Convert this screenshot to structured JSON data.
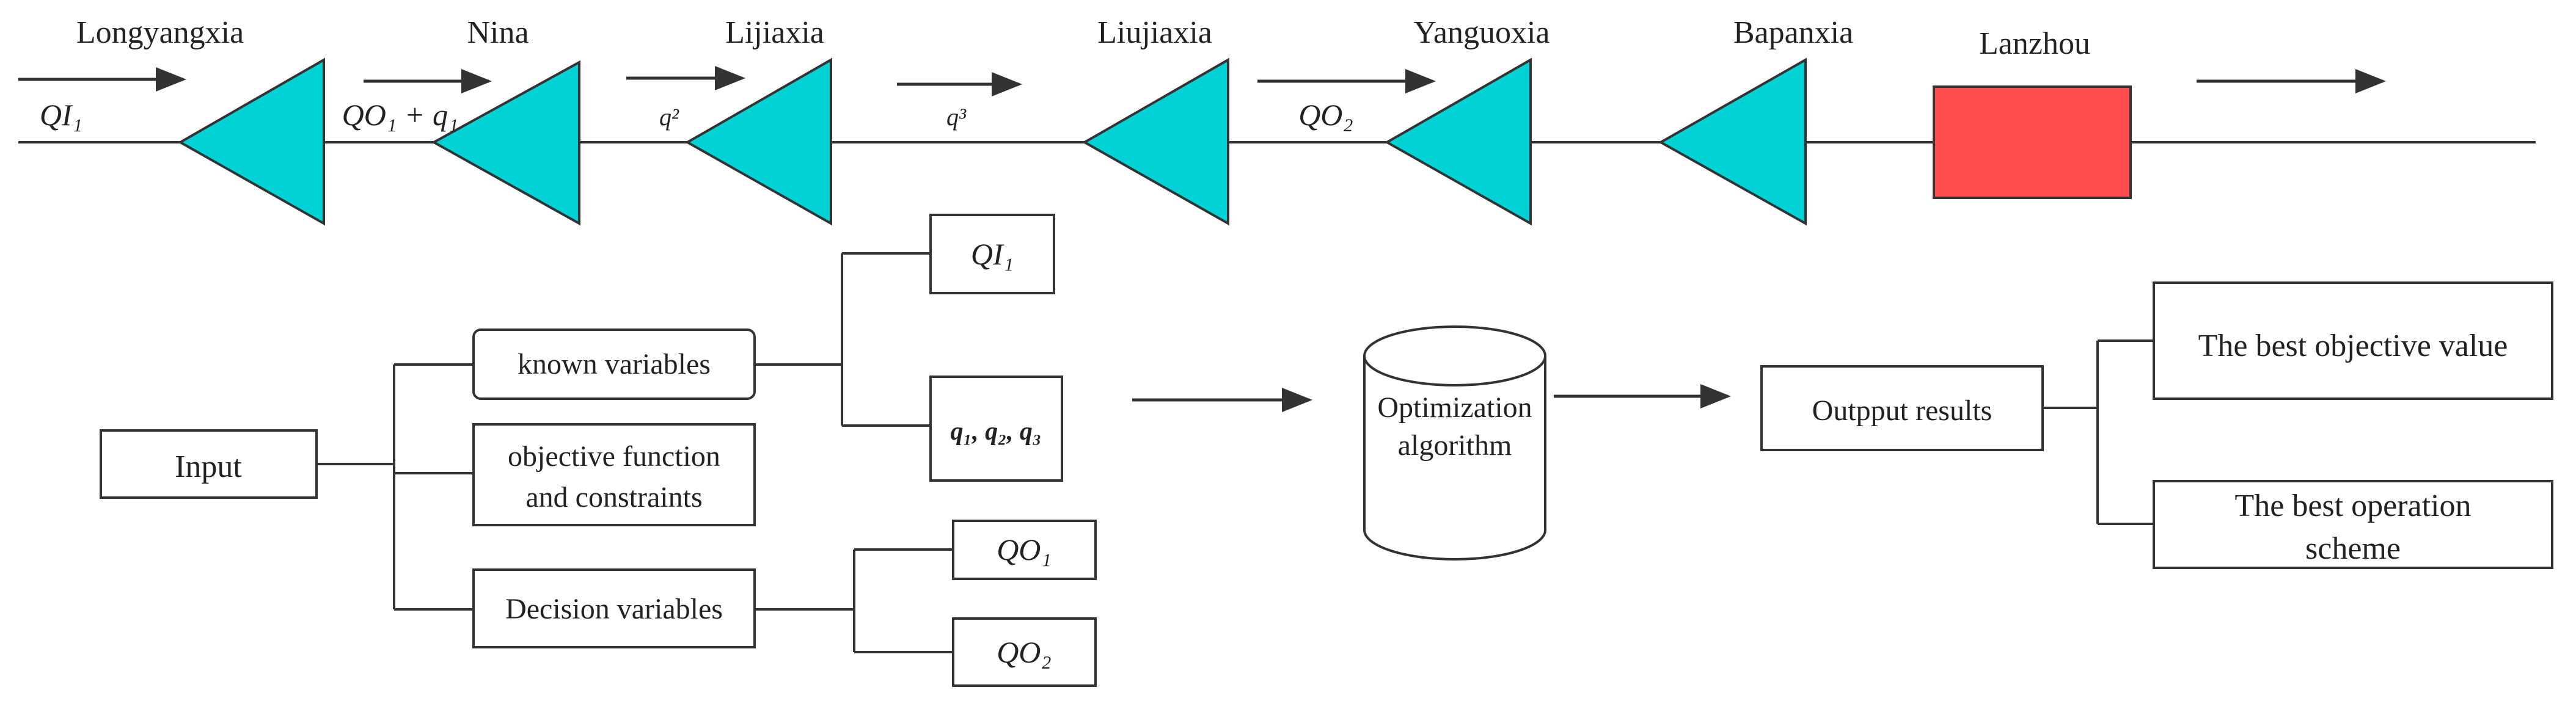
{
  "stations": [
    {
      "name": "Longyangxia"
    },
    {
      "name": "Nina"
    },
    {
      "name": "Lijiaxia"
    },
    {
      "name": "Liujiaxia"
    },
    {
      "name": "Yanguoxia"
    },
    {
      "name": "Bapanxia"
    },
    {
      "name": "Lanzhou"
    }
  ],
  "flows": {
    "qi1": "QI₁",
    "qo1_q1": "QO₁ + q₁",
    "q2": "q²",
    "q3": "q³",
    "qo2": "QO₂"
  },
  "flowchart": {
    "input": "Input",
    "known": "known variables",
    "objective": [
      "objective function",
      "and constraints"
    ],
    "decision": "Decision variables",
    "known_qi1": "QI₁",
    "known_q": "q₁, q₂, q₃",
    "decision_qo1": "QO₁",
    "decision_qo2": "QO₂",
    "algorithm": [
      "Optimization",
      "algorithm"
    ],
    "output": "Outpput results",
    "best_value": "The best objective value",
    "best_scheme": [
      "The best operation",
      "scheme"
    ]
  },
  "colors": {
    "reservoir": "#00d2d6",
    "city": "#ff4d4d",
    "line": "#333333"
  }
}
